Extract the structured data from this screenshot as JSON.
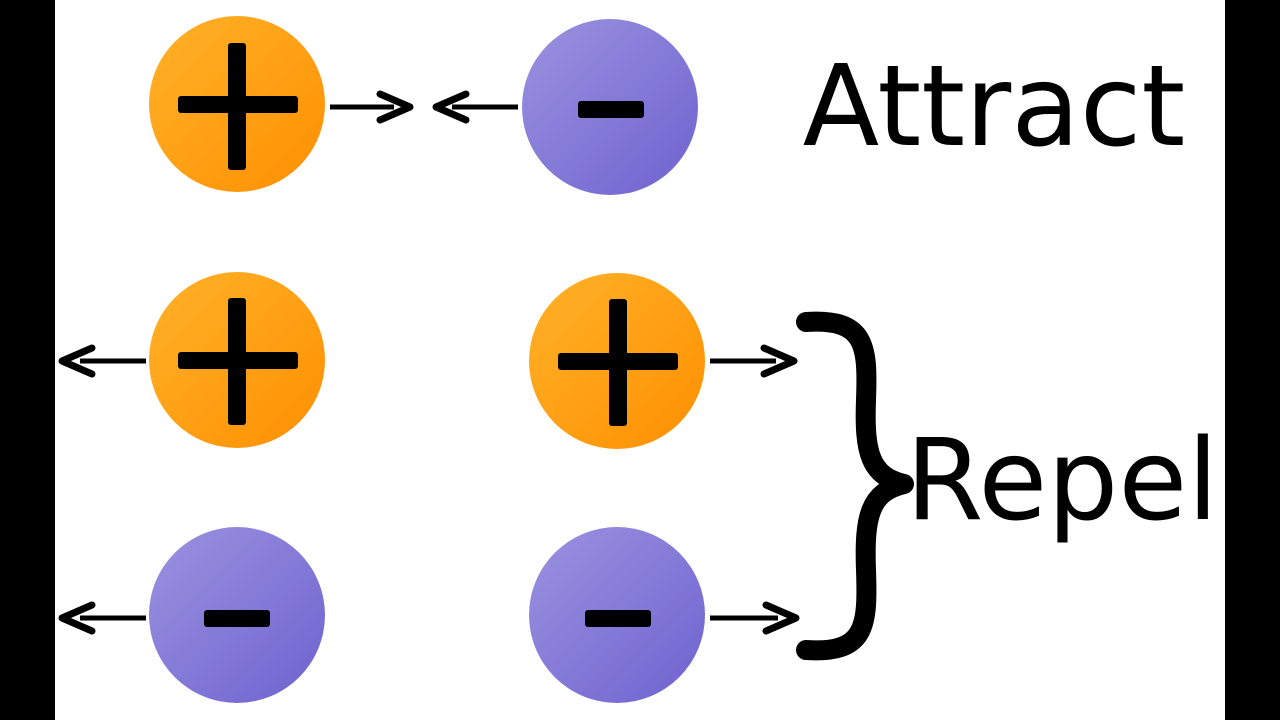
{
  "labels": {
    "attract": "Attract",
    "repel": "Repel"
  },
  "charges": {
    "positive": {
      "name": "positive",
      "colors": [
        "#ffb22a",
        "#ff8f00"
      ]
    },
    "negative": {
      "name": "negative",
      "colors": [
        "#9b93e0",
        "#6e62cf"
      ]
    }
  },
  "pairs": [
    {
      "relation": "attract",
      "left": "positive",
      "right": "negative"
    },
    {
      "relation": "repel",
      "left": "positive",
      "right": "positive"
    },
    {
      "relation": "repel",
      "left": "negative",
      "right": "negative"
    }
  ],
  "colors": {
    "ink": "#000000",
    "background": "#ffffff",
    "letterbox": "#000000"
  }
}
